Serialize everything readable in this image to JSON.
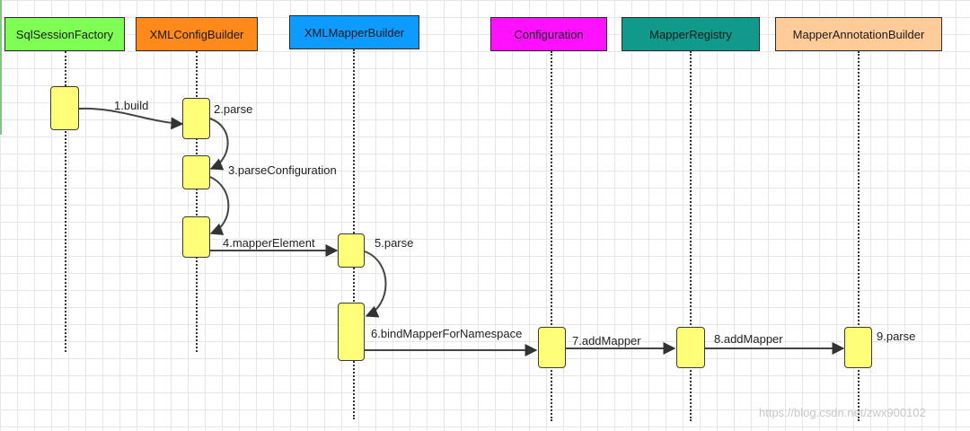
{
  "diagram": {
    "participants": [
      {
        "id": "p1",
        "name": "SqlSessionFactory",
        "color": "#7fff55"
      },
      {
        "id": "p2",
        "name": "XMLConfigBuilder",
        "color": "#ff8a1c"
      },
      {
        "id": "p3",
        "name": "XMLMapperBuilder",
        "color": "#0d9bff"
      },
      {
        "id": "p4",
        "name": "Configuration",
        "color": "#ff11ff"
      },
      {
        "id": "p5",
        "name": "MapperRegistry",
        "color": "#109a8c"
      },
      {
        "id": "p6",
        "name": "MapperAnnotationBuilder",
        "color": "#ffcc99"
      }
    ],
    "messages": [
      {
        "step": "1.build"
      },
      {
        "step": "2.parse"
      },
      {
        "step": "3.parseConfiguration"
      },
      {
        "step": "4.mapperElement"
      },
      {
        "step": "5.parse"
      },
      {
        "step": "6.bindMapperForNamespace"
      },
      {
        "step": "7.addMapper"
      },
      {
        "step": "8.addMapper"
      },
      {
        "step": "9.parse"
      }
    ],
    "watermark": "https://blog.csdn.net/zwx900102"
  }
}
